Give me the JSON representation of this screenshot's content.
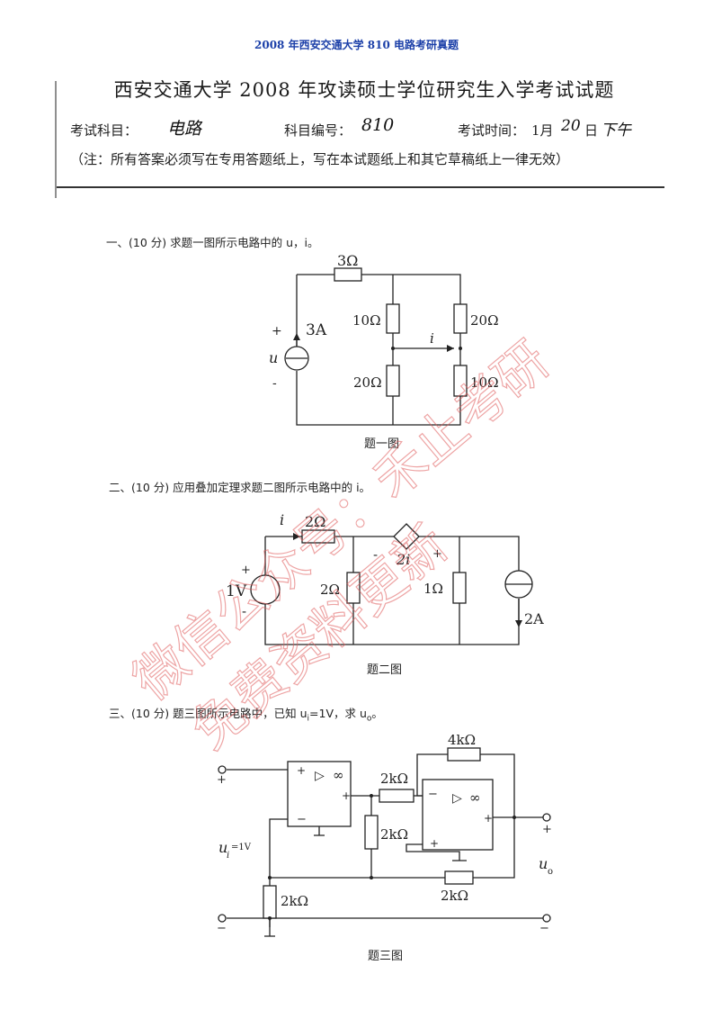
{
  "banner": "2008 年西安交通大学 810 电路考研真题",
  "title": "西安交通大学 2008 年攻读硕士学位研究生入学考试试题",
  "info": {
    "subject_label": "考试科目：",
    "subject_value": "电路",
    "code_label": "科目编号：",
    "code_value": "810",
    "time_label": "考试时间：",
    "time_value_1": "1月",
    "time_value_2": "20",
    "time_value_3": "日",
    "time_value_4": "下午"
  },
  "note": "（注：所有答案必须写在专用答题纸上，写在本试题纸上和其它草稿纸上一律无效）",
  "q1": {
    "text": "一、(10 分) 求题一图所示电路中的 u，i。",
    "caption": "题一图",
    "labels": {
      "r_top": "3Ω",
      "src": "3A",
      "r1": "10Ω",
      "r2": "20Ω",
      "r3": "20Ω",
      "r4": "10Ω",
      "i": "i",
      "u": "u",
      "plus": "+",
      "minus": "-"
    }
  },
  "q2": {
    "text": "二、(10 分) 应用叠加定理求题二图所示电路中的 i。",
    "caption": "题二图",
    "labels": {
      "i": "i",
      "r_top": "2Ω",
      "v": "1V",
      "r_mid": "2Ω",
      "dep": "2i",
      "r_right": "1Ω",
      "cs": "2A",
      "plus": "+",
      "minus": "-"
    }
  },
  "q3": {
    "text": "三、(10 分) 题三图所示电路中，已知 u",
    "text_sub": "i",
    "text_rest": "=1V，求 u",
    "text_sub2": "o",
    "text_end": "。",
    "caption": "题三图",
    "labels": {
      "r_fb": "4kΩ",
      "r_in": "2kΩ",
      "r_mid": "2kΩ",
      "r_gnd": "2kΩ",
      "r_bot": "2kΩ",
      "ui": "u",
      "ui_sub": "i",
      "ui_val": "=1V",
      "uo": "u",
      "uo_sub": "o",
      "inf": "∞",
      "plus": "+",
      "minus": "−",
      "tri": "▷"
    }
  },
  "watermark": {
    "line1": "微信公众号：禾止考研",
    "line2": "免费资料更新"
  }
}
